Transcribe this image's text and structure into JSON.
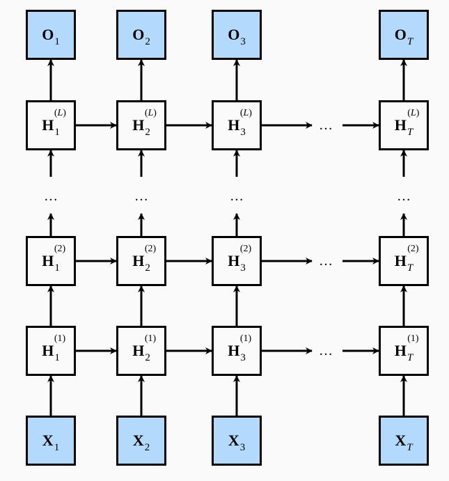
{
  "diagram": {
    "title": "Deep recurrent neural network",
    "colors": {
      "io_fill": "#b3d9fc",
      "hidden_fill": "#fafafa",
      "stroke": "#000000",
      "background": "#fafafa"
    },
    "columns": [
      {
        "id": "1",
        "sub": "1",
        "sub_italic": false
      },
      {
        "id": "2",
        "sub": "2",
        "sub_italic": false
      },
      {
        "id": "3",
        "sub": "3",
        "sub_italic": false
      },
      {
        "id": "T",
        "sub": "T",
        "sub_italic": true
      }
    ],
    "rows": {
      "output": {
        "symbol": "O"
      },
      "hidden_L": {
        "symbol": "H",
        "layer": "L",
        "layer_italic": true
      },
      "hidden_2": {
        "symbol": "H",
        "layer": "2",
        "layer_italic": false
      },
      "hidden_1": {
        "symbol": "H",
        "layer": "1",
        "layer_italic": false
      },
      "input": {
        "symbol": "X"
      }
    },
    "ellipsis": "…",
    "paren_open": "(",
    "paren_close": ")"
  }
}
